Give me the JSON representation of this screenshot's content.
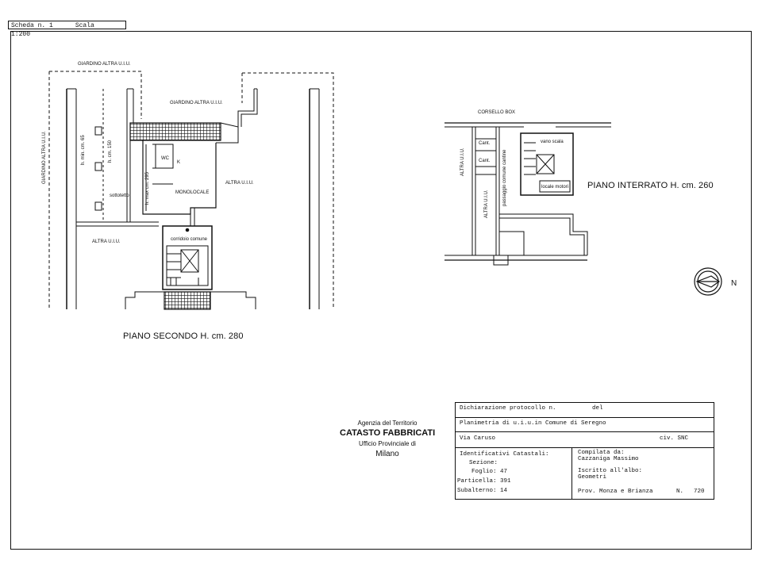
{
  "header": {
    "scheda": "Scheda n. 1",
    "scala": "Scala 1:200"
  },
  "plan_second": {
    "title": "PIANO SECONDO H. cm. 280",
    "labels": {
      "giardino_top_left": "GIARDINO ALTRA U.I.U.",
      "giardino_top_mid": "GIARDINO ALTRA U.I.U.",
      "giardino_left_vertical": "GIARDINO ALTRA U.I.U.",
      "h_min": "h. min. cm. 65",
      "h_150": "h. cm. 150",
      "h_max": "h. max cm. 295",
      "sottotetto": "sottotetto",
      "wc": "WC",
      "k": "K",
      "monolocale": "MONOLOCALE",
      "altra_right": "ALTRA U.I.U.",
      "altra_left": "ALTRA U.I.U.",
      "corridoio": "corridoio comune"
    }
  },
  "plan_basement": {
    "title": "PIANO INTERRATO H. cm. 260",
    "labels": {
      "corsello": "CORSELLO BOX",
      "cant1": "Cant.",
      "cant2": "Cant.",
      "altra_v1": "ALTRA U.I.U.",
      "altra_v2": "ALTRA U.I.U.",
      "passaggio": "passaggio comune cantine",
      "vano_scala": "vano scala",
      "locale_motori": "locale motori"
    }
  },
  "compass": {
    "north": "N"
  },
  "agency": {
    "line1": "Agenzia del Territorio",
    "line2": "CATASTO FABBRICATI",
    "line3": "Ufficio Provinciale di",
    "line4": "Milano"
  },
  "cadastral": {
    "dichiarazione": "Dichiarazione protocollo n.",
    "del": "del",
    "planimetria": "Planimetria di u.i.u.in Comune di Seregno",
    "via": "Via Caruso",
    "civ": "civ. SNC",
    "identificativi": "Identificativi Catastali:",
    "sezione": "Sezione:",
    "foglio": "Foglio: 47",
    "particella": "Particella: 391",
    "subalterno": "Subalterno: 14",
    "compilata": "Compilata da:",
    "compilatore": "Cazzaniga Massimo",
    "iscritto": "Iscritto all'albo:",
    "albo": "Geometri",
    "prov": "Prov. Monza e Brianza",
    "n_label": "N.",
    "n_value": "720"
  }
}
